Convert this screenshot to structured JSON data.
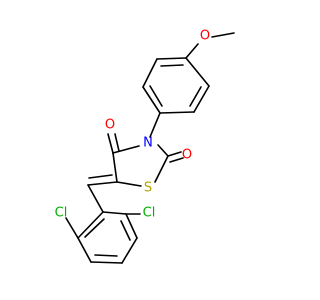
{
  "molecule": {
    "atoms": {
      "methoxy_oxygen": {
        "symbol": "O",
        "color": "#ff0000"
      },
      "ketone_oxygen": {
        "symbol": "O",
        "color": "#ff0000"
      },
      "imide_nitrogen": {
        "symbol": "N",
        "color": "#0000ff"
      },
      "carbonyl_oxygen": {
        "symbol": "O",
        "color": "#ff0000"
      },
      "ring_sulfur": {
        "symbol": "S",
        "color": "#b2a300"
      },
      "chlorine_left": {
        "symbol": "Cl",
        "color": "#00b000"
      },
      "chlorine_right": {
        "symbol": "Cl",
        "color": "#00b000"
      }
    },
    "bond_color": "#000000"
  }
}
